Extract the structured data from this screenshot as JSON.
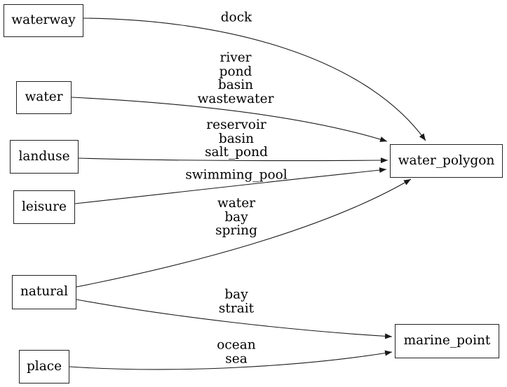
{
  "diagram": {
    "type": "directed-graph",
    "background_color": "#ffffff",
    "stroke_color": "#000000",
    "text_color": "#000000",
    "nodes": {
      "waterway": {
        "label": "waterway"
      },
      "water": {
        "label": "water"
      },
      "landuse": {
        "label": "landuse"
      },
      "leisure": {
        "label": "leisure"
      },
      "natural": {
        "label": "natural"
      },
      "place": {
        "label": "place"
      },
      "water_polygon": {
        "label": "water_polygon"
      },
      "marine_point": {
        "label": "marine_point"
      }
    },
    "edges": [
      {
        "from": "waterway",
        "to": "water_polygon",
        "label": "dock"
      },
      {
        "from": "water",
        "to": "water_polygon",
        "label": "river\npond\nbasin\nwastewater"
      },
      {
        "from": "landuse",
        "to": "water_polygon",
        "label": "reservoir\nbasin\nsalt_pond"
      },
      {
        "from": "leisure",
        "to": "water_polygon",
        "label": "swimming_pool"
      },
      {
        "from": "natural",
        "to": "water_polygon",
        "label": "water\nbay\nspring"
      },
      {
        "from": "natural",
        "to": "marine_point",
        "label": "bay\nstrait"
      },
      {
        "from": "place",
        "to": "marine_point",
        "label": "ocean\nsea"
      }
    ]
  }
}
